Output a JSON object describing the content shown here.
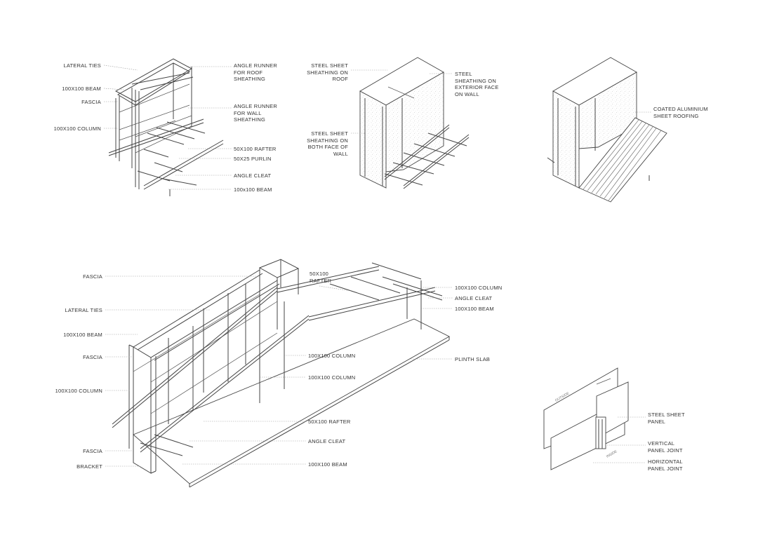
{
  "diagram1": {
    "labels": {
      "lateral_ties": "LATERAL TIES",
      "beam_top": "100X100 BEAM",
      "fascia": "FASCIA",
      "column": "100X100 COLUMN",
      "angle_runner_roof": "ANGLE RUNNER\nFOR ROOF\nSHEATHING",
      "angle_runner_wall": "ANGLE RUNNER\nFOR WALL\nSHEATHING",
      "rafter": "50X100 RAFTER",
      "purlin": "50X25 PURLIN",
      "angle_cleat": "ANGLE CLEAT",
      "beam_bottom": "100x100 BEAM"
    }
  },
  "diagram2": {
    "labels": {
      "sheathing_roof": "STEEL SHEET\nSHEATHING ON\nROOF",
      "sheathing_exterior": "STEEL\nSHEATHING ON\nEXTERIOR FACE\nON WALL",
      "sheathing_both": "STEEL SHEET\nSHEATHING ON\nBOTH FACE OF\nWALL"
    }
  },
  "diagram3": {
    "labels": {
      "roofing": "COATED ALUMINIUM\nSHEET ROOFING"
    }
  },
  "diagram4": {
    "labels": {
      "fascia_top": "FASCIA",
      "lateral_ties": "LATERAL TIES",
      "beam_left": "100X100 BEAM",
      "fascia_mid": "FASCIA",
      "column_left": "100X100 COLUMN",
      "fascia_bottom": "FASCIA",
      "bracket": "BRACKET",
      "rafter_top": "50X100\nRAFTER",
      "column_right": "100X100 COLUMN",
      "angle_cleat_right": "ANGLE CLEAT",
      "beam_right": "100X100 BEAM",
      "column_mid1": "100X100 COLUMN",
      "plinth_slab": "PLINTH SLAB",
      "column_mid2": "100X100 COLUMN",
      "rafter_bottom": "50X100 RAFTER",
      "angle_cleat_bottom": "ANGLE CLEAT",
      "beam_bottom": "100X100 BEAM"
    }
  },
  "diagram5": {
    "labels": {
      "steel_panel": "STEEL SHEET\nPANEL",
      "vertical_joint": "VERTICAL\nPANEL JOINT",
      "horizontal_joint": "HORIZONTAL\nPANEL JOINT",
      "outside": "OUTSIDE",
      "inside": "INSIDE"
    }
  }
}
